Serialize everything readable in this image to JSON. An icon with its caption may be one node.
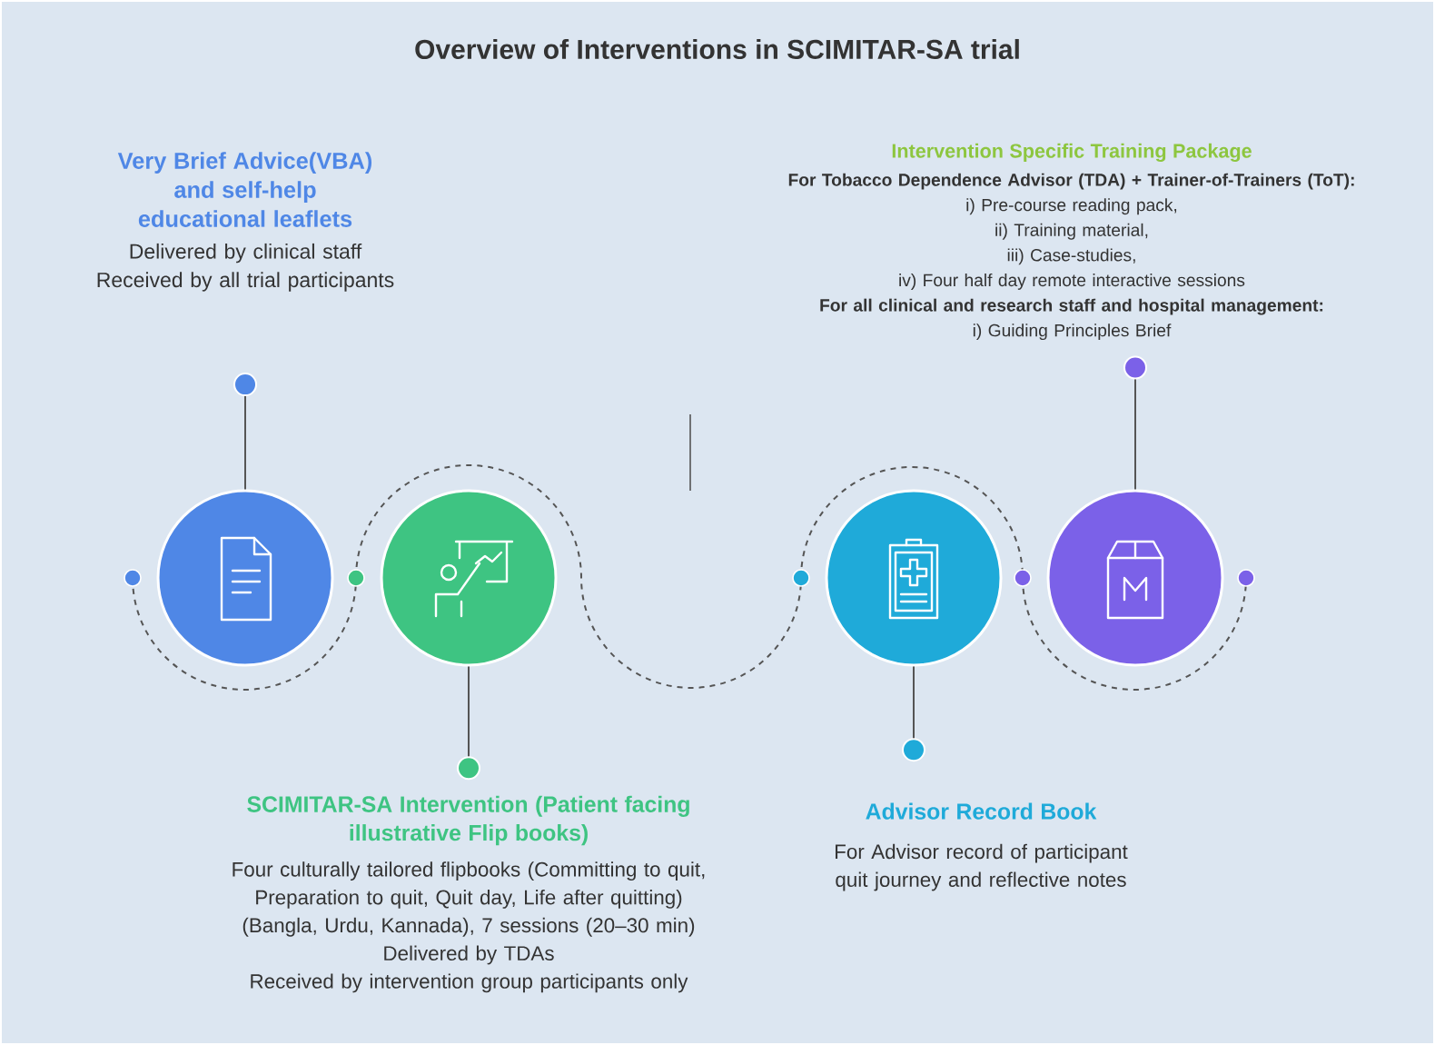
{
  "diagram": {
    "title": "Overview of Interventions in SCIMITAR-SA trial",
    "nodes": [
      {
        "text": [],
        "shape": "circle"
      },
      {
        "text": [],
        "shape": "circle"
      },
      {
        "text": [],
        "shape": "circle"
      },
      {
        "text": [],
        "shape": "circle"
      },
      {
        "text": [
          "Very Brief Advice(VBA) and self-help educational leaflets",
          "Delivered by clinical staff",
          "Received by all trial participants"
        ]
      },
      {
        "text": [
          "Intervention Specific Training Package",
          "For Tobacco Dependence Advisor (TDA) + Trainer-of-Trainers (ToT):",
          "i) Pre-course reading pack,",
          "ii) Training material,",
          "iii) Case-studies,",
          "iv) Four half day remote interactive sessions",
          "For all clinical and research staff and hospital management:",
          "i) Guiding Principles Brief"
        ]
      },
      {
        "text": [
          "SCIMITAR-SA Intervention (Patient facing illustrative Flip books)",
          "Four culturally tailored flipbooks (Committing to quit, Preparation to quit, Quit day, Life after quitting) (Bangla, Urdu, Kannada), 7 sessions (20–30 min)",
          "Delivered by TDAs",
          "Received by intervention group participants only"
        ]
      },
      {
        "text": [
          "Advisor Record Book",
          "For Advisor record of participant quit journey and reflective notes"
        ]
      }
    ],
    "edges": [
      {
        "from": 0,
        "to": 1,
        "arrow": "none",
        "style": "dashed"
      },
      {
        "from": 1,
        "to": 2,
        "arrow": "none",
        "style": "dashed"
      },
      {
        "from": 2,
        "to": 3,
        "arrow": "none",
        "style": "dashed"
      },
      {
        "from": 0,
        "to": 4,
        "arrow": "other"
      },
      {
        "from": 1,
        "to": 6,
        "arrow": "other"
      },
      {
        "from": 2,
        "to": 7,
        "arrow": "other"
      },
      {
        "from": 3,
        "to": 5,
        "arrow": "other"
      }
    ]
  }
}
